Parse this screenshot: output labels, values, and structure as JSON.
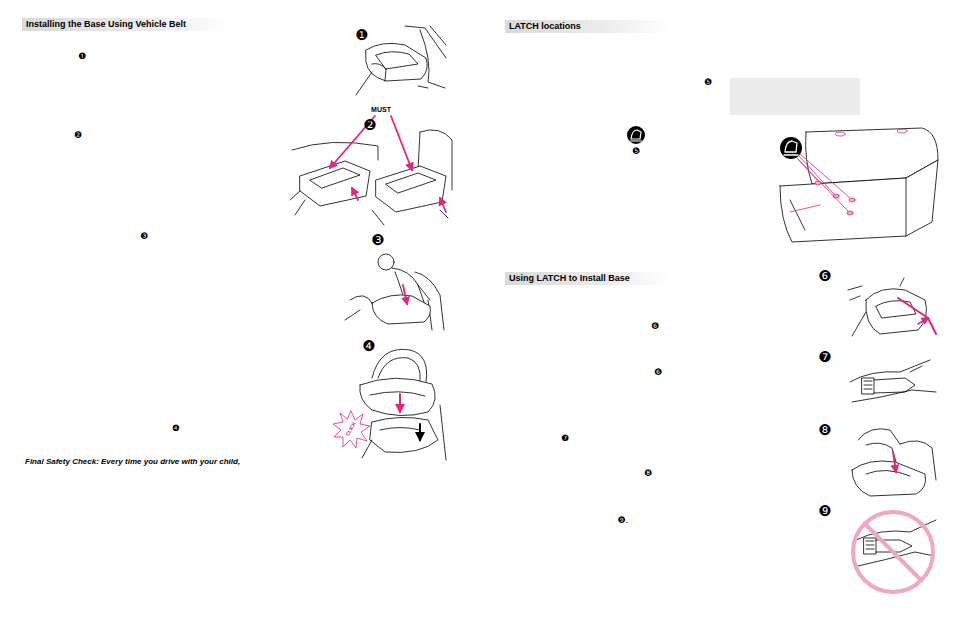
{
  "diagram": {
    "nodes": [
      {
        "text": [
          "Installing the Base Using Vehicle Belt"
        ]
      },
      {
        "text": [
          "LATCH locations"
        ]
      },
      {
        "text": [
          "Using LATCH to Install Base"
        ]
      }
    ],
    "labels": [
      "❶",
      "❶",
      "MUST",
      "❷",
      "❷",
      "❸",
      "❸",
      "❹",
      "CLICK",
      "❹",
      "Final Safety Check: Every time you drive with your child,",
      "❺",
      "❺",
      "❻",
      "❻",
      "❼",
      "❽",
      "❾.",
      "❻",
      "❼",
      "❽",
      "❾"
    ]
  }
}
